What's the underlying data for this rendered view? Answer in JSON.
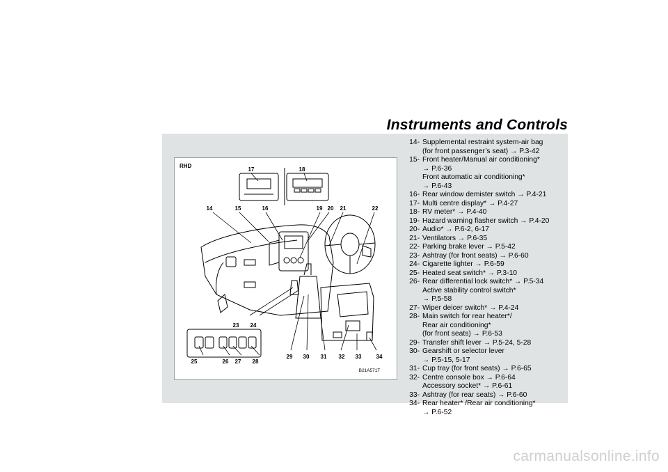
{
  "page": {
    "section_title": "Instruments and Controls",
    "watermark": "carmanualsonline.info"
  },
  "figure": {
    "drive_label": "RHD",
    "figure_code": "B21A571T",
    "callouts": [
      "17",
      "18",
      "14",
      "15",
      "16",
      "19",
      "20",
      "21",
      "22",
      "23",
      "24",
      "25",
      "26",
      "27",
      "28",
      "29",
      "30",
      "31",
      "32",
      "33",
      "34"
    ]
  },
  "legend": [
    {
      "num": "14-",
      "lines": [
        "Supplemental restraint system-air bag",
        "(for front passenger’s seat) → P.3-42"
      ]
    },
    {
      "num": "15-",
      "lines": [
        "Front heater/Manual air conditioning*",
        "→ P.6-36",
        "Front automatic air conditioning*",
        "→ P.6-43"
      ]
    },
    {
      "num": "16-",
      "lines": [
        "Rear window demister switch → P.4-21"
      ]
    },
    {
      "num": "17-",
      "lines": [
        "Multi centre display* → P.4-27"
      ]
    },
    {
      "num": "18-",
      "lines": [
        "RV meter* → P.4-40"
      ]
    },
    {
      "num": "19-",
      "lines": [
        "Hazard warning flasher switch → P.4-20"
      ]
    },
    {
      "num": "20-",
      "lines": [
        "Audio* → P.6-2, 6-17"
      ]
    },
    {
      "num": "21-",
      "lines": [
        "Ventilators → P.6-35"
      ]
    },
    {
      "num": "22-",
      "lines": [
        "Parking brake lever → P.5-42"
      ]
    },
    {
      "num": "23-",
      "lines": [
        "Ashtray (for front seats) → P.6-60"
      ]
    },
    {
      "num": "24-",
      "lines": [
        "Cigarette lighter → P.6-59"
      ]
    },
    {
      "num": "25-",
      "lines": [
        "Heated seat switch* → P.3-10"
      ]
    },
    {
      "num": "26-",
      "lines": [
        "Rear differential lock switch* → P.5-34",
        "Active stability control switch*",
        "→ P.5-58"
      ]
    },
    {
      "num": "27-",
      "lines": [
        "Wiper deicer switch* → P.4-24"
      ]
    },
    {
      "num": "28-",
      "lines": [
        "Main switch for rear heater*/",
        "Rear air conditioning*",
        "(for front seats) → P.6-53"
      ]
    },
    {
      "num": "29-",
      "lines": [
        "Transfer shift lever → P.5-24, 5-28"
      ]
    },
    {
      "num": "30-",
      "lines": [
        "Gearshift or selector lever",
        "→ P.5-15, 5-17"
      ]
    },
    {
      "num": "31-",
      "lines": [
        "Cup tray (for front seats) → P.6-65"
      ]
    },
    {
      "num": "32-",
      "lines": [
        "Centre console box → P.6-64",
        "Accessory socket* → P.6-61"
      ]
    },
    {
      "num": "33-",
      "lines": [
        "Ashtray (for rear seats) → P.6-60"
      ]
    },
    {
      "num": "34-",
      "lines": [
        "Rear heater* /Rear air conditioning*",
        "→ P.6-52"
      ]
    }
  ]
}
